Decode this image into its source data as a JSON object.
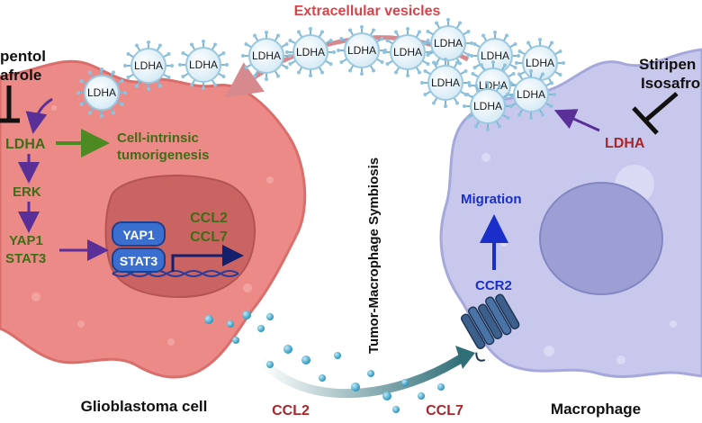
{
  "header": {
    "extracellular_label": "Extracellular vesicles"
  },
  "center": {
    "symbiosis_label": "Tumor-Macrophage Symbiosis"
  },
  "vesicle_label": "LDHA",
  "gbm": {
    "cell_label": "Glioblastoma cell",
    "inhibitors": [
      "pentol",
      "afrole"
    ],
    "ldha": "LDHA",
    "erk": "ERK",
    "yap1": "YAP1",
    "stat3": "STAT3",
    "outcome_line1": "Cell-intrinsic",
    "outcome_line2": "tumorigenesis",
    "nucleus_yap1": "YAP1",
    "nucleus_stat3": "STAT3",
    "ccl2": "CCL2",
    "ccl7": "CCL7"
  },
  "macrophage": {
    "cell_label": "Macrophage",
    "inhibitors": [
      "Stiripen",
      "Isosafro"
    ],
    "ldha": "LDHA",
    "migration": "Migration",
    "receptor": "CCR2"
  },
  "chemokines": {
    "ccl2": "CCL2",
    "ccl7": "CCL7"
  },
  "colors": {
    "gbm_cell": "#ec8a87",
    "gbm_nucleus": "#c96462",
    "macrophage_cell": "#c7c8ec",
    "macrophage_nucleus": "#9d9fd4",
    "green_text": "#3f6d16",
    "purple_arrow": "#5a2f98",
    "blue_text": "#1a2fc9",
    "red_text": "#a8262a",
    "teal_arrow": "#2f6f78"
  }
}
